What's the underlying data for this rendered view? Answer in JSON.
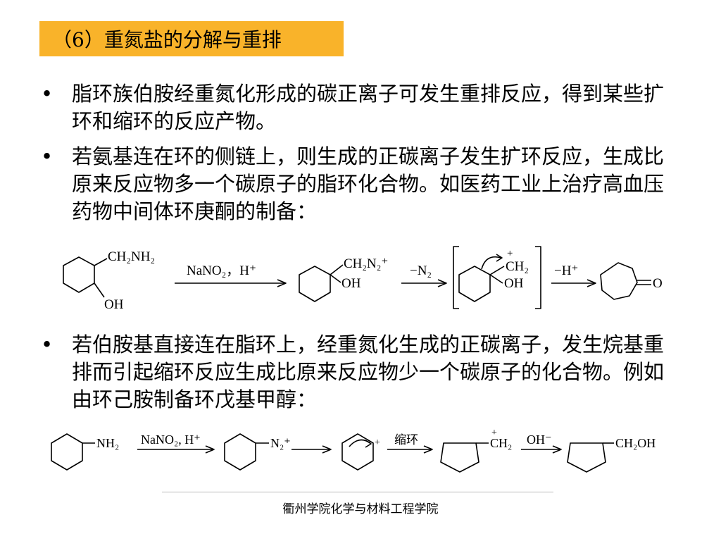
{
  "title": "（6）重氮盐的分解与重排",
  "bullets": [
    {
      "symbol": "•",
      "text": "脂环族伯胺经重氮化形成的碳正离子可发生重排反应，得到某些扩环和缩环的反应产物。"
    },
    {
      "symbol": "•",
      "text": "若氨基连在环的侧链上，则生成的正碳离子发生扩环反应，生成比原来反应物多一个碳原子的脂环化合物。如医药工业上治疗高血压药物中间体环庚酮的制备："
    },
    {
      "symbol": "•",
      "text": "若伯胺基直接连在脂环上，经重氮化生成的正碳离子，发生烷基重排而引起缩环反应生成比原来反应物少一个碳原子的化合物。例如由环己胺制备环戊基甲醇："
    }
  ],
  "scheme1": {
    "reactant": {
      "sub1": "CH₂NH₂",
      "sub2": "OH"
    },
    "reagent1": "NaNO₂，H⁺",
    "intermediate1": {
      "sub1": "CH₂N₂⁺",
      "sub2": "OH"
    },
    "reagent2": "−N₂",
    "intermediate2": {
      "sub1": "CH₂",
      "sub2": "OH",
      "charge": "+"
    },
    "reagent3": "−H⁺",
    "product": {
      "sub1": "O"
    }
  },
  "scheme2": {
    "reactant": {
      "sub1": "NH₂"
    },
    "reagent1": "NaNO₂, H⁺",
    "intermediate1": {
      "sub1": "N₂⁺"
    },
    "intermediate2": {
      "charge": "+"
    },
    "reagent2": "缩环",
    "intermediate3": {
      "sub1": "CH₂",
      "charge": "+"
    },
    "reagent3": "OH⁻",
    "product": {
      "sub1": "CH₂OH"
    }
  },
  "footer": "衢州学院化学与材料工程学院"
}
